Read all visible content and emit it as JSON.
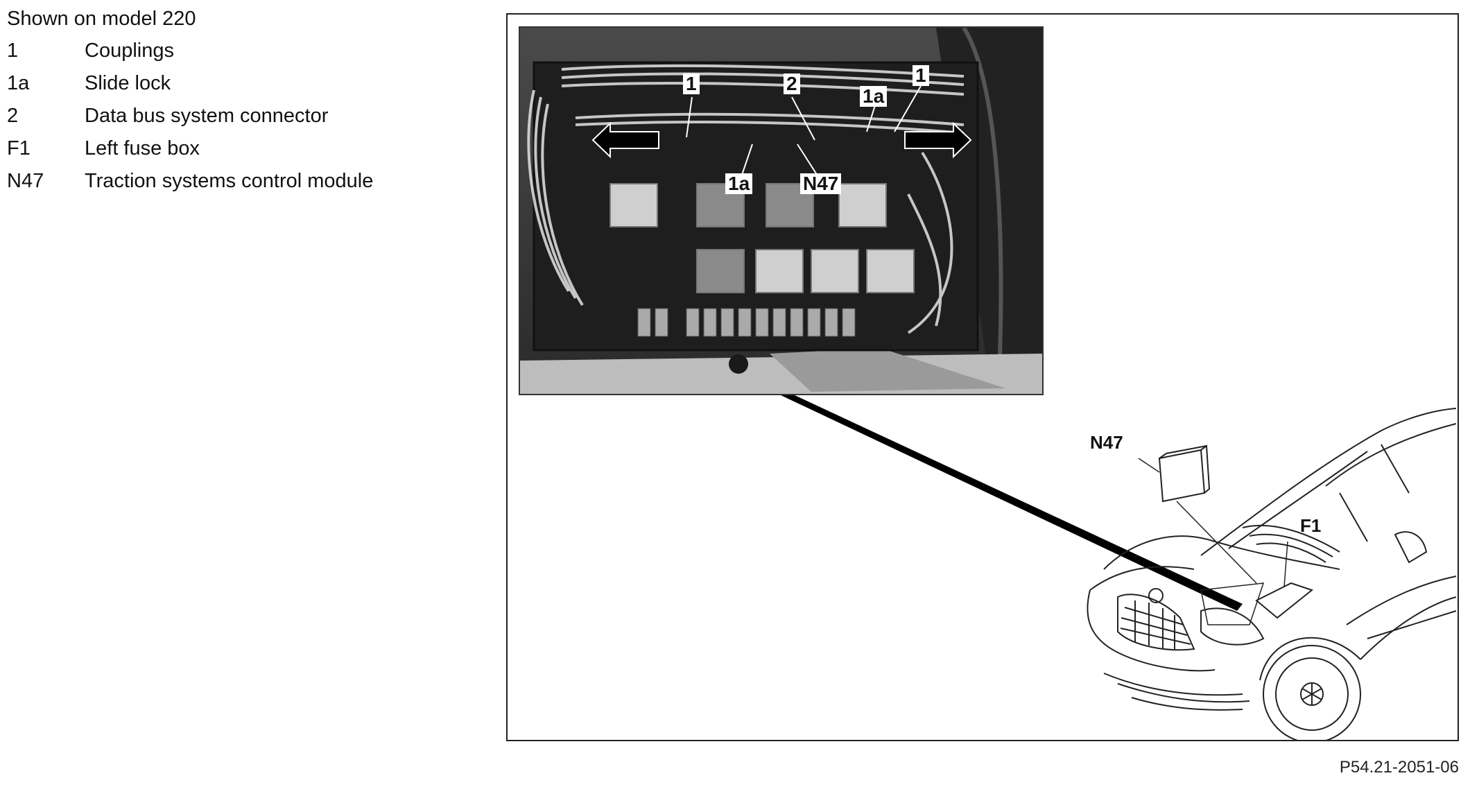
{
  "legend": {
    "title": "Shown on model 220",
    "items": [
      {
        "code": "1",
        "description": "Couplings"
      },
      {
        "code": "1a",
        "description": "Slide lock"
      },
      {
        "code": "2",
        "description": "Data bus system connector"
      },
      {
        "code": "F1",
        "description": "Left fuse box"
      },
      {
        "code": "N47",
        "description": "Traction systems control module"
      }
    ]
  },
  "photo_callouts": {
    "c1_left": "1",
    "c2": "2",
    "c1_right": "1",
    "c1a_top": "1a",
    "c1a_bottom": "1a",
    "cN47": "N47"
  },
  "drawing_callouts": {
    "n47": "N47",
    "f1": "F1"
  },
  "figure_id": "P54.21-2051-06"
}
